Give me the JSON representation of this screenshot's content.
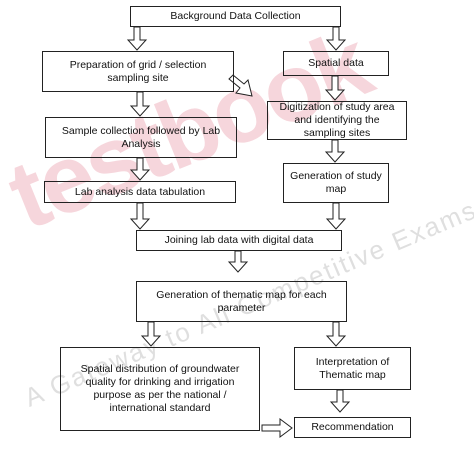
{
  "watermark": {
    "brand": "testbook",
    "tagline": "A Gateway to All Competitive Exams"
  },
  "diagram": {
    "nodes": {
      "background": "Background Data Collection",
      "grid": "Preparation of grid / selection sampling site",
      "spatial": "Spatial data",
      "sample": "Sample collection followed by Lab Analysis",
      "digitization": "Digitization of study area and identifying the sampling sites",
      "tabulation": "Lab analysis data tabulation",
      "studymap": "Generation of study map",
      "joining": "Joining lab data with digital data",
      "thematic": "Generation of thematic map for each parameter",
      "distribution": "Spatial distribution of groundwater quality for drinking and irrigation purpose as per the national / international standard",
      "interpretation": "Interpretation of Thematic map",
      "recommendation": "Recommendation"
    }
  }
}
